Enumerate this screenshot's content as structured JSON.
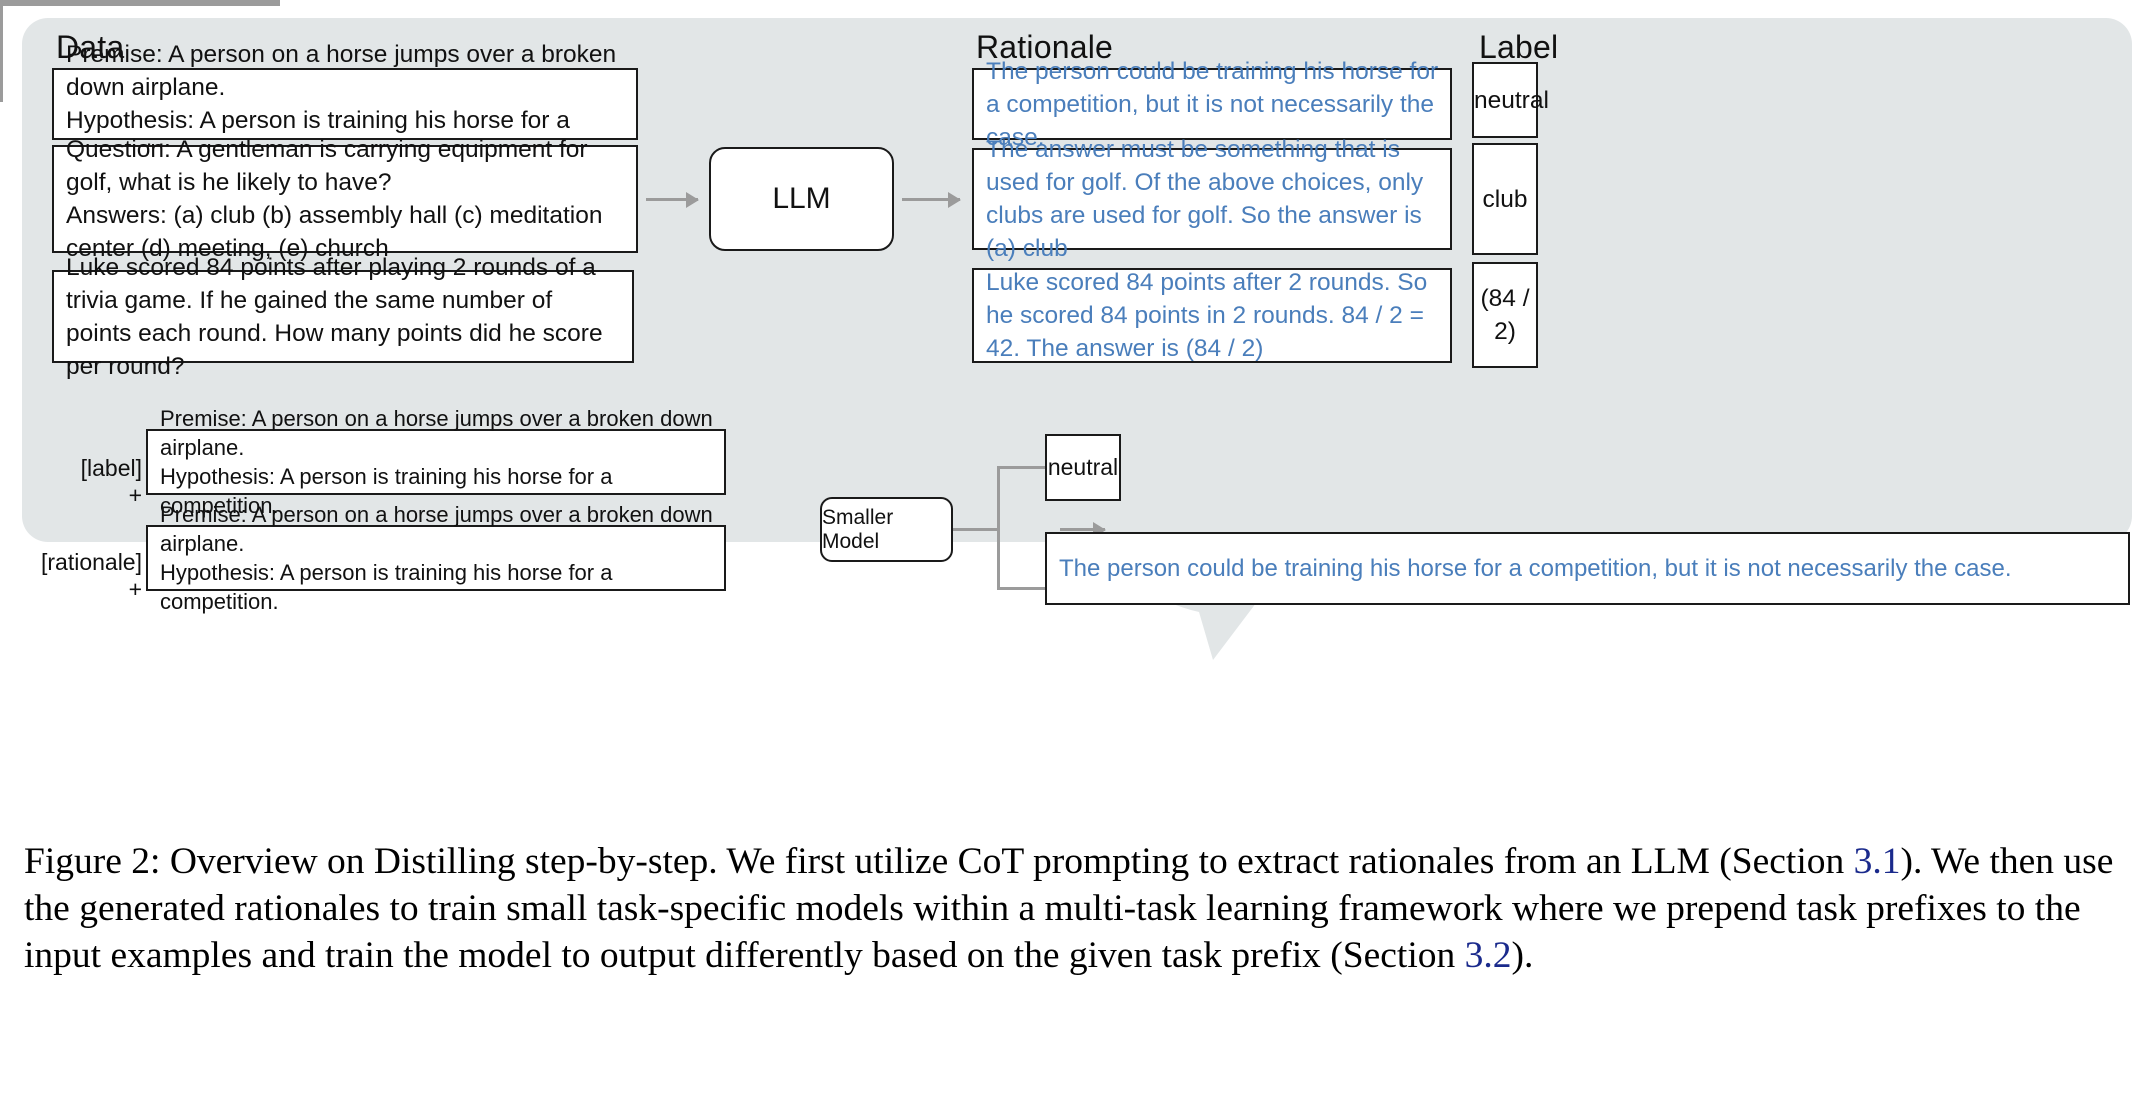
{
  "figure": {
    "headings": {
      "data": "Data",
      "rationale": "Rationale",
      "label": "Label"
    },
    "nodes": {
      "llm": "LLM",
      "smaller_model": "Smaller Model"
    },
    "data_examples": [
      "Premise: A person on a horse jumps over a broken down airplane.\nHypothesis: A person is training his horse for a competition.",
      "Question: A gentleman is carrying equipment for golf, what is he likely to have?\nAnswers: (a) club (b) assembly hall (c) meditation center (d) meeting, (e) church",
      "Luke scored 84 points after playing 2 rounds of a trivia game. If he gained the same number of points each round. How many points did he score per round?"
    ],
    "rationales": [
      "The person could be training his horse for a competition, but it is not necessarily the case.",
      "The answer must be something that is used for golf. Of the above choices, only clubs are used for golf. So the answer is (a) club",
      "Luke scored 84 points after 2 rounds. So he scored 84 points in 2 rounds. 84 / 2 = 42. The answer is (84 / 2)"
    ],
    "labels": [
      "neutral",
      "club",
      "(84 / 2)"
    ],
    "training": {
      "prefixes": [
        "[label] +",
        "[rationale] +"
      ],
      "inputs": [
        "Premise: A person on a horse jumps over a broken down airplane.\nHypothesis: A person is training his horse for a competition.",
        "Premise: A person on a horse jumps over a broken down airplane.\nHypothesis: A person is training his horse for a competition."
      ],
      "outputs": {
        "label": "neutral",
        "rationale": "The person could be training his horse for a competition, but it is not necessarily the case."
      }
    },
    "caption": {
      "part1": "Figure 2: Overview on Distilling step-by-step. We first utilize CoT prompting to extract rationales from an LLM (Section ",
      "ref1": "3.1",
      "part2": "). We then use the generated rationales to train small task-specific models within a multi-task learning framework where we prepend task prefixes to the input examples and train the model to output differently based on the given task prefix (Section ",
      "ref2": "3.2",
      "part3": ")."
    },
    "colors": {
      "panel_background": "#e2e6e7",
      "rationale_text": "#4a7ebb",
      "arrow": "#9b9b9b",
      "box_border": "#1a1a1a",
      "caption_reference": "#1a2a8c"
    }
  }
}
